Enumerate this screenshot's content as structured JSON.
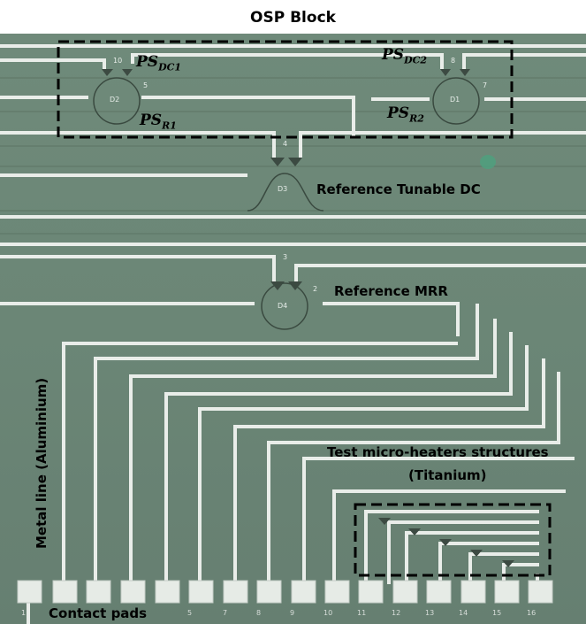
{
  "title": "OSP Block",
  "labels": {
    "ps_dc1": {
      "base": "PS",
      "sub": "DC1"
    },
    "ps_dc2": {
      "base": "PS",
      "sub": "DC2"
    },
    "ps_r1": {
      "base": "PS",
      "sub": "R1"
    },
    "ps_r2": {
      "base": "PS",
      "sub": "R2"
    },
    "reference_dc": "Reference Tunable DC",
    "reference_mrr": "Reference MRR",
    "test_heaters_line1": "Test micro-heaters structures",
    "test_heaters_line2": "(Titanium)",
    "metal_line": "Metal line (Aluminium)",
    "contact_pads": "Contact pads"
  },
  "device_labels": {
    "d2": "D2",
    "d1": "D1",
    "d3": "D3",
    "d4": "D4",
    "n10": "10",
    "n5": "5",
    "n8": "8",
    "n7": "7",
    "n4": "4",
    "n3": "3",
    "n2": "2"
  },
  "pad_numbers": [
    "1",
    "5",
    "7",
    "8",
    "9",
    "10",
    "11",
    "12",
    "13",
    "14",
    "15",
    "16"
  ],
  "colors": {
    "substrate": "#6b8676",
    "metal": "#e9ede9",
    "box_border": "#000000"
  }
}
